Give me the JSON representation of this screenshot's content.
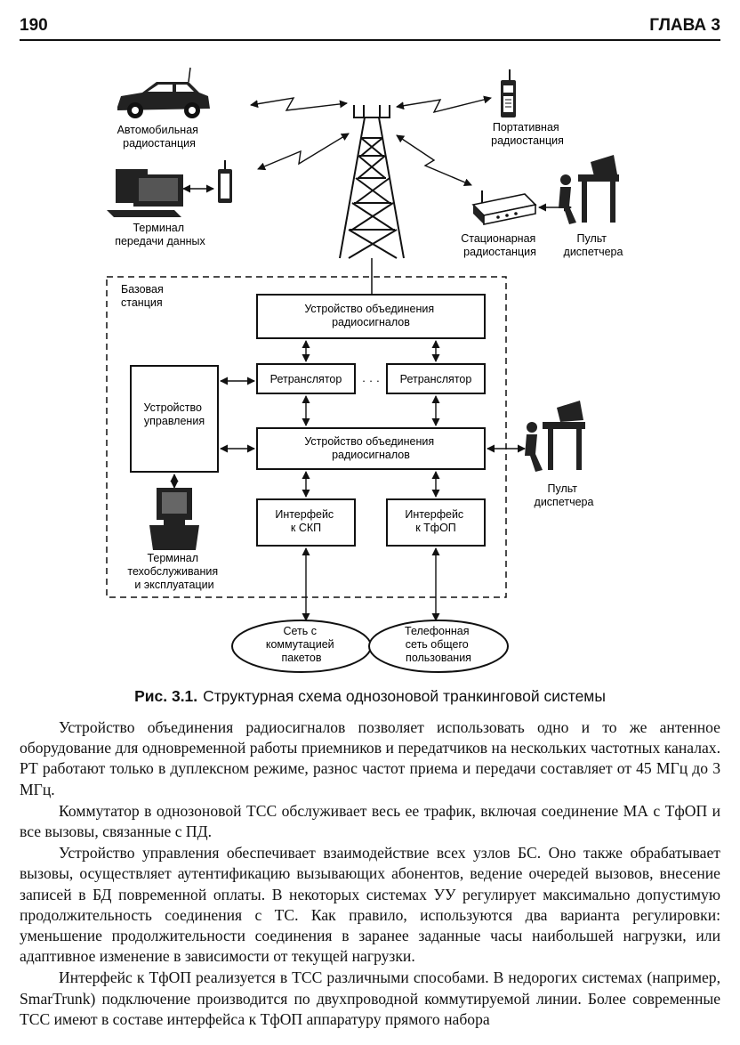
{
  "header": {
    "page_number": "190",
    "chapter": "ГЛАВА 3"
  },
  "diagram": {
    "car_label": [
      "Автомобильная",
      "радиостанция"
    ],
    "portable_label": [
      "Портативная",
      "радиостанция"
    ],
    "data_terminal_label": [
      "Терминал",
      "передачи данных"
    ],
    "stationary_label": [
      "Стационарная",
      "радиостанция"
    ],
    "console_top_label": [
      "Пульт",
      "диспетчера"
    ],
    "base_station_label": [
      "Базовая",
      "станция"
    ],
    "combiner_top": [
      "Устройство объединения",
      "радиосигналов"
    ],
    "repeater_left": "Ретранслятор",
    "ellipsis": "· · ·",
    "repeater_right": "Ретранслятор",
    "control_unit": [
      "Устройство",
      "управления"
    ],
    "combiner_bottom": [
      "Устройство объединения",
      "радиосигналов"
    ],
    "console_right_label": [
      "Пульт",
      "диспетчера"
    ],
    "interface_packet": [
      "Интерфейс",
      "к СКП"
    ],
    "interface_pstn": [
      "Интерфейс",
      "к ТфОП"
    ],
    "maintenance_terminal_label": [
      "Терминал",
      "техобслуживания",
      "и эксплуатации"
    ],
    "packet_network": [
      "Сеть с",
      "коммутацией",
      "пакетов"
    ],
    "pstn_network": [
      "Телефонная",
      "сеть общего",
      "пользования"
    ]
  },
  "caption": {
    "number": "Рис. 3.1.",
    "text": "Структурная схема однозоновой транкинговой системы"
  },
  "paragraphs": [
    "Устройство объединения радиосигналов позволяет использовать одно и то же антен­ное оборудование для одновременной работы приемников и передатчиков на нескольких частотных каналах. РТ работают только в дуплексном режиме, разнос частот приема и пере­дачи составляет от 45 МГц до 3 МГц.",
    "Коммутатор в однозоновой ТСС обслуживает весь ее трафик, включая соединение МА с ТфОП и все вызовы, связанные с ПД.",
    "Устройство управления обеспечивает взаимодействие всех узлов БС. Оно также обра­батывает вызовы, осуществляет аутентификацию вызывающих абонентов, ведение очередей вызовов, внесение записей в БД повременной оплаты. В некоторых системах УУ регулирует максимально допустимую продолжительность соединения с ТС. Как правило, используются два варианта регулировки: уменьшение продолжительности соединения в заранее заданные часы наибольшей нагрузки, или адаптивное изменение в зависимости от текущей нагрузки.",
    "Интерфейс к ТфОП реализуется в ТСС различными способами. В недорогих системах (например, SmarTrunk) подключение производится по двухпроводной коммутируемой линии. Более современные ТСС имеют в составе интерфейса к ТфОП аппаратуру прямого набора"
  ]
}
